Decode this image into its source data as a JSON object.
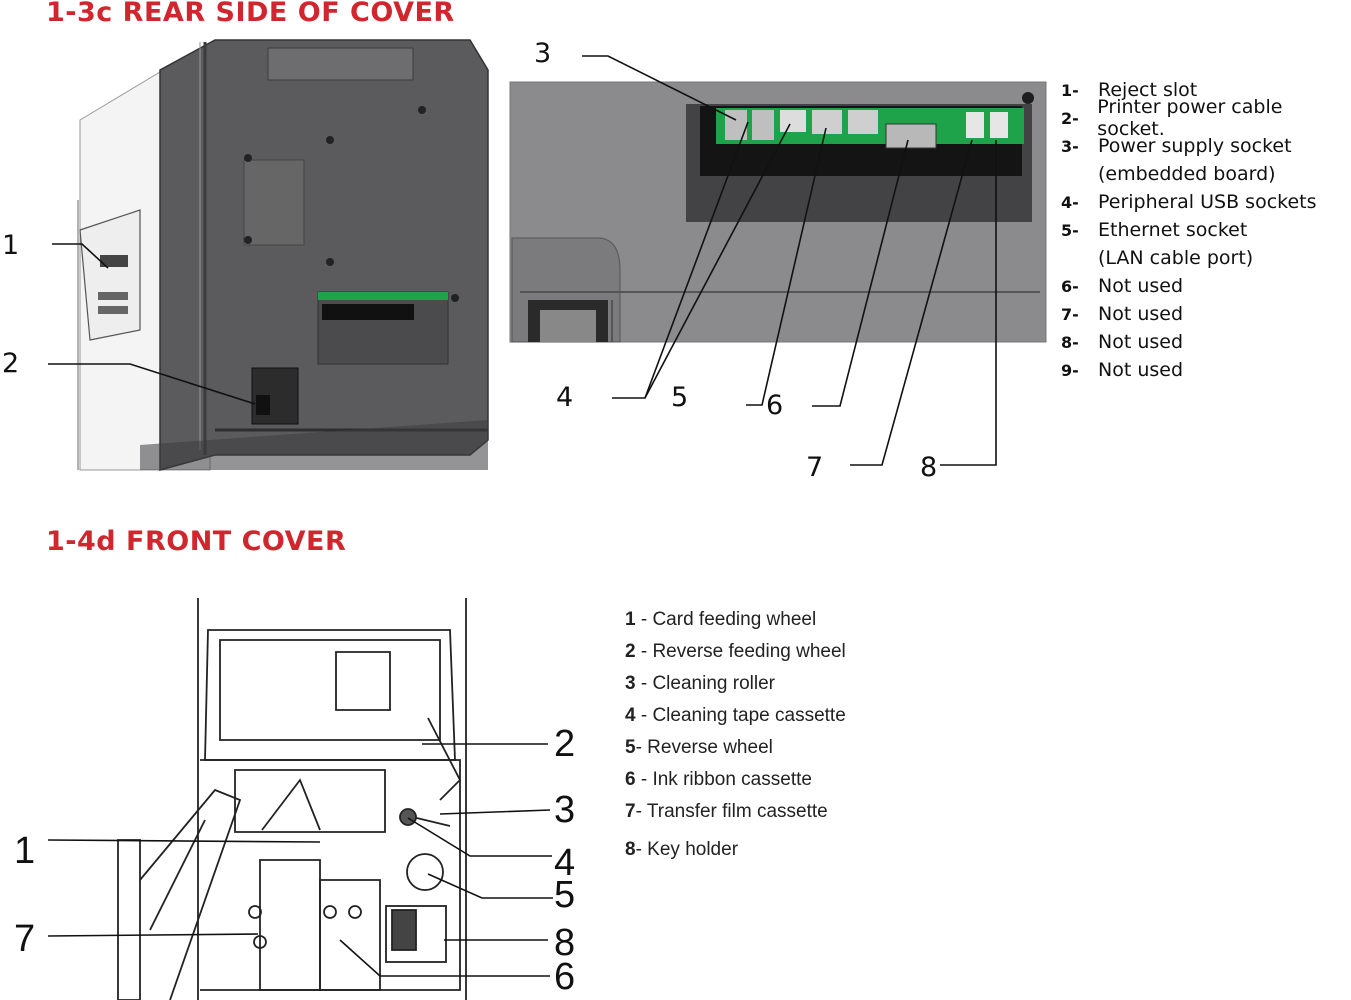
{
  "section_rear": {
    "title": "1-3c REAR SIDE OF COVER",
    "callouts_left": [
      "1",
      "2"
    ],
    "callouts_right": [
      "3",
      "4",
      "5",
      "6",
      "7",
      "8"
    ],
    "legend": [
      {
        "num": "1-",
        "text": "Reject slot"
      },
      {
        "num": "2-",
        "text": "Printer power cable socket."
      },
      {
        "num": "3-",
        "text": "Power supply socket",
        "cont": "(embedded board)"
      },
      {
        "num": "4-",
        "text": "Peripheral USB sockets"
      },
      {
        "num": "5-",
        "text": "Ethernet socket",
        "cont": "(LAN cable port)"
      },
      {
        "num": "6-",
        "text": "Not used"
      },
      {
        "num": "7-",
        "text": "Not used"
      },
      {
        "num": "8-",
        "text": "Not used"
      },
      {
        "num": "9-",
        "text": "Not used"
      }
    ]
  },
  "section_front": {
    "title": "1-4d FRONT COVER",
    "callouts": [
      "1",
      "2",
      "3",
      "4",
      "5",
      "6",
      "7",
      "8"
    ],
    "legend": [
      {
        "num": "1",
        "text": " - Card feeding wheel"
      },
      {
        "num": "2",
        "text": " - Reverse feeding wheel"
      },
      {
        "num": "3",
        "text": " - Cleaning roller"
      },
      {
        "num": "4",
        "text": " - Cleaning tape cassette"
      },
      {
        "num": "5",
        "text": "- Reverse wheel"
      },
      {
        "num": "6",
        "text": " - Ink ribbon cassette"
      },
      {
        "num": "7",
        "text": "- Transfer film cassette"
      },
      {
        "num": "8",
        "text": "- Key holder"
      }
    ]
  },
  "colors": {
    "heading": "#d0262e",
    "board_green": "#1fa34a",
    "printer_body": "#5b5b5d"
  }
}
